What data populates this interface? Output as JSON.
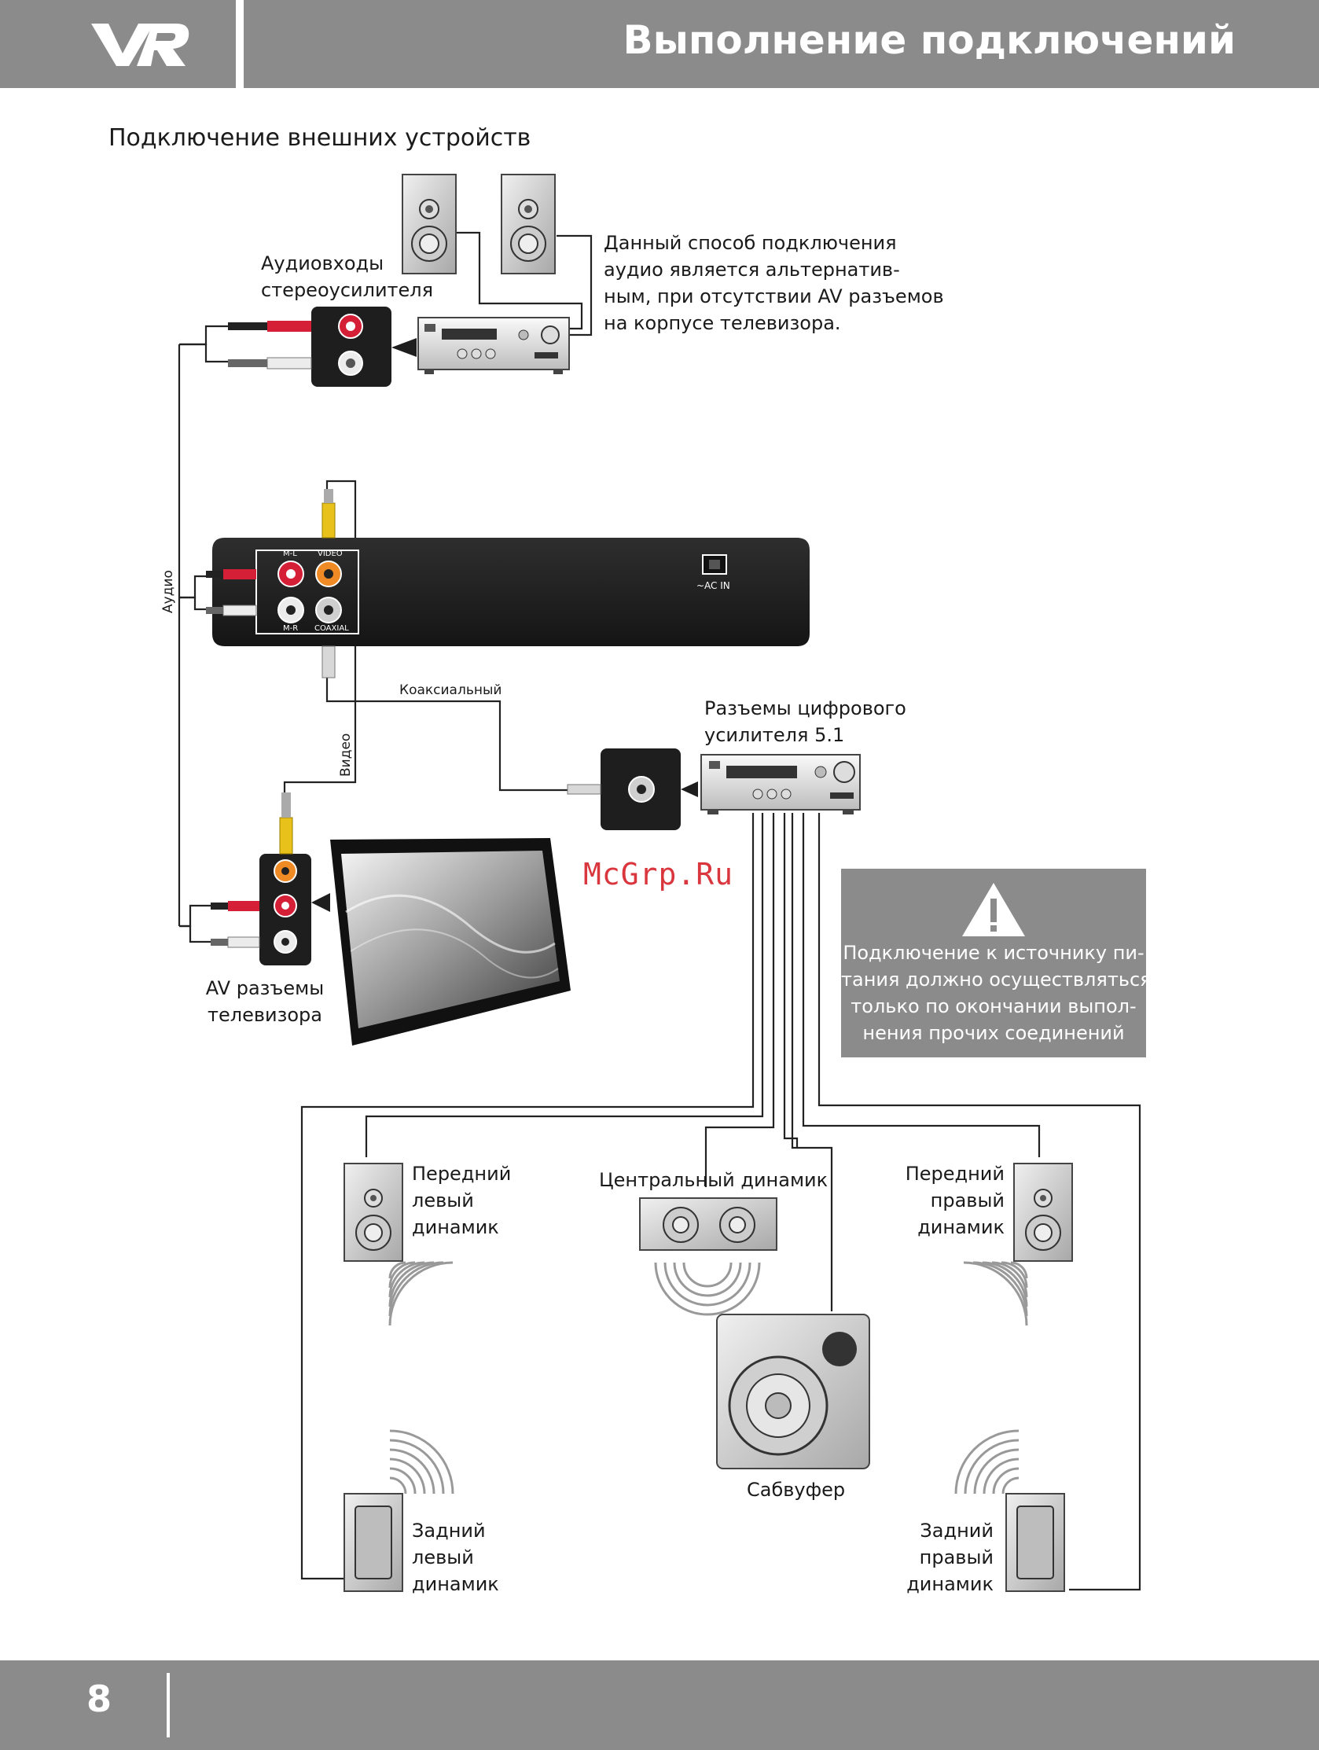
{
  "header": {
    "logo": "VR",
    "title": "Выполнение подключений"
  },
  "subtitle": "Подключение внешних устройств",
  "labels": {
    "stereo_inputs": "Аудиовходы\nстереоусилителя",
    "alt_note": "Данный способ подключения\nаудио является альтернатив-\nным, при отсутствии AV разъемов\nна корпусе телевизора.",
    "audio": "Аудио",
    "video": "Видео",
    "coaxial": "Коаксиальный",
    "digital_amp": "Разъемы цифрового\nусилителя 5.1",
    "tv_av": "AV разъемы\nтелевизора",
    "front_left": "Передний\nлевый\nдинамик",
    "center": "Центральный динамик",
    "front_right": "Передний\nправый\nдинамик",
    "subwoofer": "Сабвуфер",
    "rear_left": "Задний\nлевый\nдинамик",
    "rear_right": "Задний\nправый\nдинамик"
  },
  "panel_labels": {
    "ml": "M-L",
    "video": "VIDEO",
    "mr": "M-R",
    "coaxial": "COAXIAL",
    "ac_in": "~AC  IN"
  },
  "warning": {
    "icon": "warning-triangle-icon",
    "text": "Подключение к источнику пи-\nтания должно осуществляться\nтолько по окончании выпол-\nнения прочих соединений"
  },
  "watermark": "McGrp.Ru",
  "footer": {
    "page_number": "8"
  },
  "colors": {
    "header_gray": "#8c8b8b",
    "red_plug": "#d51f36",
    "yellow_plug": "#e8c21a",
    "white_plug": "#ececec",
    "orange_jack": "#f08a24",
    "watermark": "#d9363e"
  }
}
